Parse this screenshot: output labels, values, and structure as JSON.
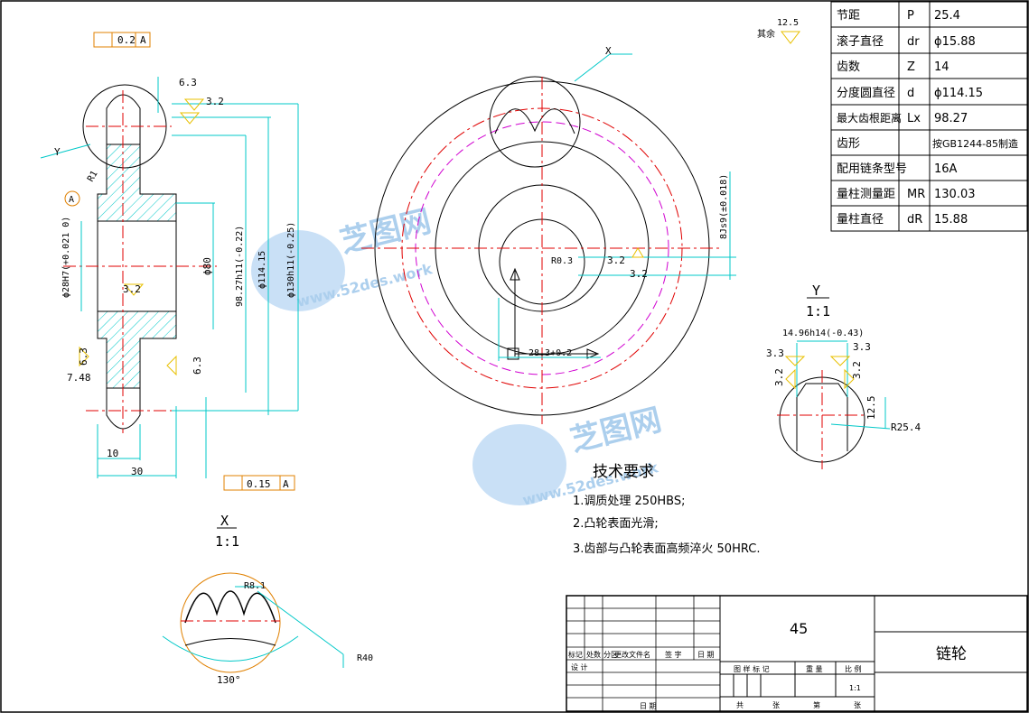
{
  "params": [
    {
      "name": "节距",
      "sym": "P",
      "value": "25.4"
    },
    {
      "name": "滚子直径",
      "sym": "dr",
      "value": "ϕ15.88"
    },
    {
      "name": "齿数",
      "sym": "Z",
      "value": "14"
    },
    {
      "name": "分度圆直径",
      "sym": "d",
      "value": "ϕ114.15"
    },
    {
      "name": "最大齿根距离",
      "sym": "Lx",
      "value": "98.27"
    },
    {
      "name": "齿形",
      "sym": "",
      "value": "按GB1244-85制造"
    },
    {
      "name": "配用链条型号",
      "sym": "",
      "value": "16A"
    },
    {
      "name": "量柱测量距",
      "sym": "MR",
      "value": "130.03"
    },
    {
      "name": "量柱直径",
      "sym": "dR",
      "value": "15.88"
    }
  ],
  "tech": {
    "title": "技术要求",
    "items": [
      "1.调质处理 250HBS;",
      "2.凸轮表面光滑;",
      "3.齿部与凸轮表面高频淬火 50HRC."
    ]
  },
  "title_block": {
    "material": "45",
    "part_name": "链轮",
    "scale": "1:1",
    "labels": {
      "mark": "标记",
      "count": "处数",
      "zone": "分区",
      "doc": "更改文件名",
      "sign": "签 字",
      "date": "日 期",
      "design": "设 计",
      "date2": "日 期",
      "stage": "图 样 标 记",
      "weight": "重 量",
      "ratio": "比 例",
      "total": "共",
      "sheet": "张",
      "nth": "第",
      "sheet2": "张"
    }
  },
  "views": {
    "x_label": "X",
    "x_scale": "1:1",
    "y_label": "Y",
    "y_scale": "1:1"
  },
  "annotations": {
    "rest": "其余",
    "rough_rest": "12.5",
    "tol_top": "0.2",
    "tol_top_ref": "A",
    "tol_bottom": "0.15",
    "tol_bottom_ref": "A",
    "datum": "A",
    "r63_left": "6.3",
    "r32_left": "3.2",
    "r32_bore": "3.2",
    "r63_low": "6.3",
    "r63_hub": "6.3",
    "dim_748": "7.48",
    "dim_10": "10",
    "dim_30": "30",
    "dim_d80": "ϕ80",
    "dim_98": "98.27h11(-0.22)",
    "dim_114": "ϕ114.15",
    "dim_130": "ϕ130h11(-0.25)",
    "dim_bore": "ϕ28H7(+0.021 0)",
    "dim_r1": "R1",
    "dim_key_h": "8Js9(±0.018)",
    "dim_key_w": "28.3+0.2",
    "dim_r03": "R0.3",
    "dim_32a": "3.2",
    "dim_32b": "3.2",
    "dim_y_w": "14.96h14(-0.43)",
    "dim_33a": "3.3",
    "dim_33b": "3.3",
    "dim_32c": "3.2",
    "dim_32d": "3.2",
    "dim_125": "12.5",
    "dim_r254": "R25.4",
    "dim_r81": "R8.1",
    "dim_r40": "R40",
    "dim_130deg": "130°"
  },
  "watermark": {
    "brand": "芝图网",
    "url": "www.52des.work"
  },
  "colors": {
    "cyan": "#00c8c8",
    "red": "#e00000",
    "magenta": "#d000d0",
    "line": "#000000",
    "yellow": "#e8c000"
  }
}
